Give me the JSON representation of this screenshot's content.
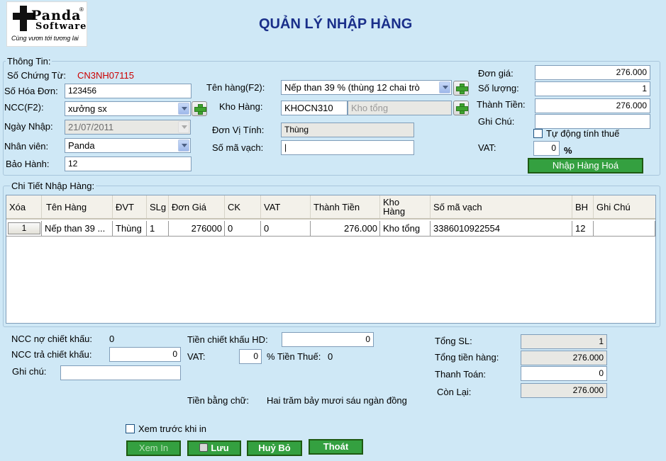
{
  "logo": {
    "brand": "Panda",
    "sub": "Software",
    "tagline": "Cùng vươn tới tương lai"
  },
  "title": "QUẢN LÝ NHẬP HÀNG",
  "info": {
    "group_title": "Thông Tin:",
    "so_chung_tu_label": "Số Chứng Từ:",
    "so_chung_tu_value": "CN3NH07115",
    "so_hoa_don_label": "Số Hóa Đơn:",
    "so_hoa_don_value": "123456",
    "ncc_label": "NCC(F2):",
    "ncc_value": "xưởng sx",
    "ngay_nhap_label": "Ngày Nhập:",
    "ngay_nhap_value": "21/07/2011",
    "nhan_vien_label": "Nhân viên:",
    "nhan_vien_value": "Panda",
    "bao_hanh_label": "Bảo Hành:",
    "bao_hanh_value": "12",
    "ten_hang_label": "Tên hàng(F2):",
    "ten_hang_value": "Nếp than 39 % (thùng 12 chai trò",
    "kho_hang_label": "Kho Hàng:",
    "kho_code": "KHOCN310",
    "kho_name": "Kho tổng",
    "don_vi_tinh_label": "Đơn Vị Tính:",
    "don_vi_tinh_value": "Thùng",
    "so_ma_vach_label": "Số mã vạch:",
    "so_ma_vach_value": "|",
    "don_gia_label": "Đơn giá:",
    "don_gia_value": "276.000",
    "so_luong_label": "Số lượng:",
    "so_luong_value": "1",
    "thanh_tien_label": "Thành Tiền:",
    "thanh_tien_value": "276.000",
    "ghi_chu_label": "Ghi Chú:",
    "ghi_chu_value": "",
    "tu_dong_label": "Tự động tính thuế",
    "vat_label": "VAT:",
    "vat_value": "0",
    "vat_unit": "%",
    "nhap_button": "Nhập Hàng Hoá"
  },
  "detail": {
    "group_title": "Chi Tiết Nhập Hàng:",
    "columns": [
      "Xóa",
      "Tên Hàng",
      "ĐVT",
      "SLg",
      "Đơn Giá",
      "CK",
      "VAT",
      "Thành Tiền",
      "Kho Hàng",
      "Số mã vạch",
      "BH",
      "Ghi Chú"
    ],
    "rows": [
      {
        "xoa": "1",
        "ten_hang": "Nếp than 39 ...",
        "dvt": "Thùng",
        "slg": "1",
        "don_gia": "276000",
        "ck": "0",
        "vat": "0",
        "thanh_tien": "276.000",
        "kho_hang": "Kho tổng",
        "ma_vach": "3386010922554",
        "bh": "12",
        "ghi_chu": ""
      }
    ]
  },
  "summary": {
    "ncc_no_ck_label": "NCC nợ chiết khấu:",
    "ncc_no_ck_value": "0",
    "ncc_tra_ck_label": "NCC trả chiết khấu:",
    "ncc_tra_ck_value": "0",
    "ghi_chu_label": "Ghi chú:",
    "ghi_chu_value": "",
    "tien_ck_hd_label": "Tiền chiết khấu HD:",
    "tien_ck_hd_value": "0",
    "vat_label": "VAT:",
    "vat_value": "0",
    "tien_thue_label": "% Tiền Thuế:",
    "tien_thue_value": "0",
    "tien_bang_chu_label": "Tiền bằng chữ:",
    "tien_bang_chu_value": "Hai trăm bảy mươi  sáu ngàn  đồng",
    "tong_sl_label": "Tổng SL:",
    "tong_sl_value": "1",
    "tong_tien_hang_label": "Tổng tiền hàng:",
    "tong_tien_hang_value": "276.000",
    "thanh_toan_label": "Thanh Toán:",
    "thanh_toan_value": "0",
    "con_lai_label": "Còn Lại:",
    "con_lai_value": "276.000"
  },
  "footer": {
    "xem_truoc_label": "Xem trước khi in",
    "xem_in": "Xem In",
    "luu": "Lưu",
    "huy_bo": "Huỷ Bỏ",
    "thoat": "Thoát"
  },
  "colors": {
    "background": "#cfe8f6",
    "title": "#1a2f8a",
    "voucher": "#cc0000",
    "button_green": "#34a040"
  }
}
